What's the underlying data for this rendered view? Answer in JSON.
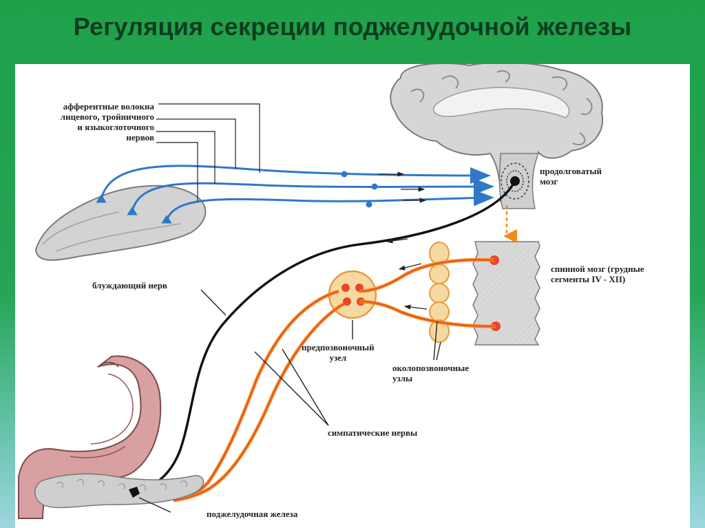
{
  "title": "Регуляция секреции поджелудочной железы",
  "labels": {
    "afferent_1": "афферентные волокна",
    "afferent_2": "лицевого, тройничного",
    "afferent_3": "и языкоглоточного",
    "afferent_4": "нервов",
    "medulla_1": "продолговатый",
    "medulla_2": "мозг",
    "spinal_1": "спинной мозг (грудные",
    "spinal_2": "сегменты IV - XII)",
    "vagus": "блуждающий нерв",
    "prevertebral_1": "предпозвоночный",
    "prevertebral_2": "узел",
    "paravertebral_1": "околопозвоночные",
    "paravertebral_2": "узлы",
    "sympathetic": "симпатические нервы",
    "pancreas": "поджелудочная железа"
  },
  "colors": {
    "afferent": "#2f78c8",
    "vagus": "#111111",
    "sympathetic": "#f08a1c",
    "sympathetic_inner": "#e8452a",
    "background_top": "#1fa14a",
    "background_bottom": "#9ed6e0"
  }
}
